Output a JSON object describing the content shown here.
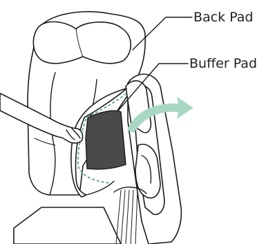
{
  "labels": {
    "back_pad": "Back Pad",
    "buffer_pad": "Buffer Pad"
  },
  "colors": {
    "outline": "#1a1a1a",
    "buffer_pad_fill": "#4a4a4a",
    "arrow": "#a8d8c4",
    "dashed_edge": "#6aa89a"
  },
  "icons": {
    "arrow": "curved-arrow-right"
  }
}
